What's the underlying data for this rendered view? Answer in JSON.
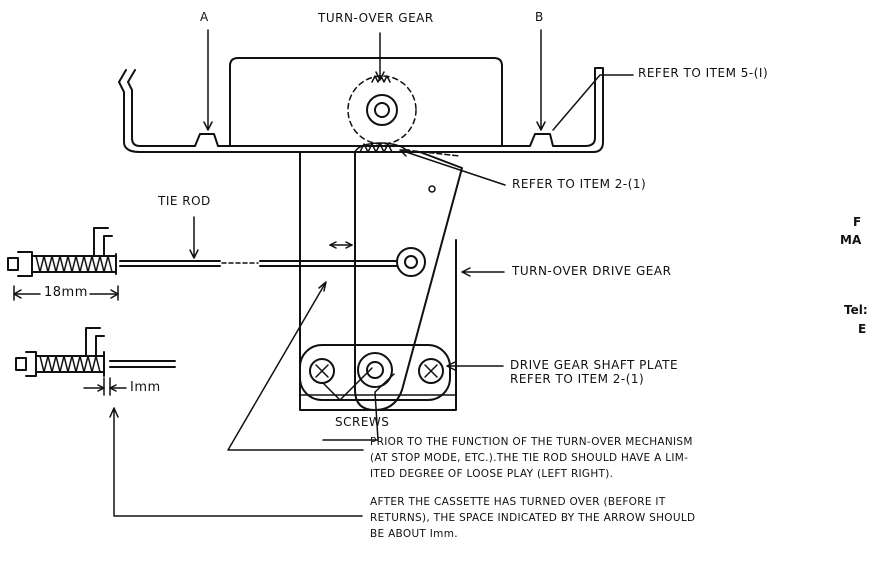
{
  "labels": {
    "a": "A",
    "b": "B",
    "turn_over_gear": "TURN-OVER GEAR",
    "refer_item_5_1": "REFER TO ITEM 5-(I)",
    "tie_rod": "TIE ROD",
    "refer_item_2_1": "REFER TO ITEM 2-(1)",
    "turn_over_drive_gear": "TURN-OVER DRIVE GEAR",
    "dim_18mm": "18mm",
    "dim_1mm": "Imm",
    "drive_gear_shaft_plate_1": "DRIVE GEAR SHAFT PLATE",
    "drive_gear_shaft_plate_2": "REFER TO ITEM 2-(1)",
    "screws": "SCREWS"
  },
  "notes": {
    "prior_1": "PRIOR TO THE FUNCTION OF THE TURN-OVER MECHANISM",
    "prior_2": "(AT STOP MODE, ETC.).THE TIE ROD SHOULD HAVE A LIM-",
    "prior_3": "ITED DEGREE OF LOOSE PLAY (LEFT RIGHT).",
    "after_1": "AFTER THE CASSETTE HAS TURNED OVER (BEFORE IT",
    "after_2": "RETURNS), THE SPACE INDICATED BY THE ARROW SHOULD",
    "after_3": "BE ABOUT Imm."
  },
  "cut_text": {
    "t1": "F",
    "t2": "MA",
    "t3": "Tel:",
    "t4": "E"
  }
}
